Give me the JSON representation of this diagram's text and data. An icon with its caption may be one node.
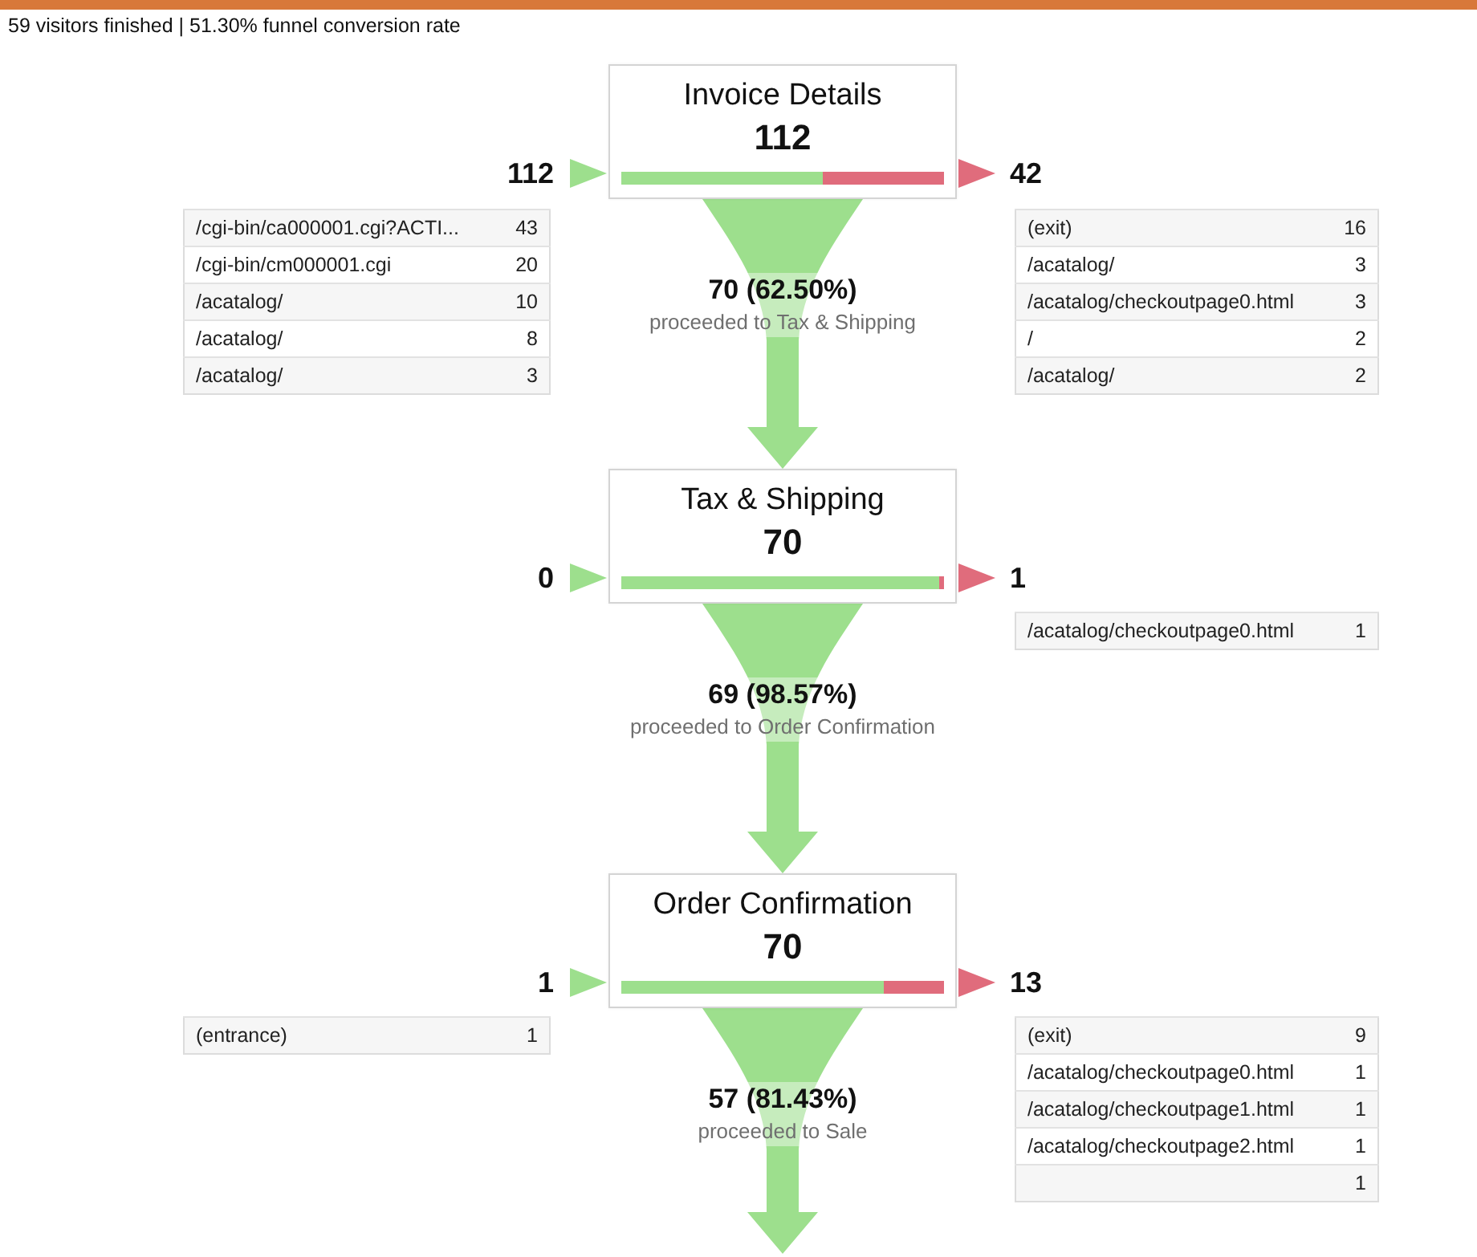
{
  "diagram": {
    "title": "59 visitors finished | 51.30% funnel conversion rate",
    "nodes": [
      {
        "text": [
          "112"
        ]
      },
      {
        "text": [
          "Invoice Details",
          "112"
        ]
      },
      {
        "text": [
          "42"
        ]
      },
      {
        "text": [
          "/cgi-bin/ca000001.cgi?ACTI...",
          "43",
          "/cgi-bin/cm000001.cgi",
          "20",
          "/acatalog/",
          "10",
          "/acatalog/",
          "8",
          "/acatalog/",
          "3"
        ]
      },
      {
        "text": [
          "(exit)",
          "16",
          "/acatalog/",
          "3",
          "/acatalog/checkoutpage0.html",
          "3",
          "/",
          "2",
          "/acatalog/",
          "2"
        ]
      },
      {
        "text": [
          "0"
        ]
      },
      {
        "text": [
          "Tax & Shipping",
          "70"
        ]
      },
      {
        "text": [
          "1"
        ]
      },
      {
        "text": [
          "/acatalog/checkoutpage0.html",
          "1"
        ]
      },
      {
        "text": [
          "1"
        ]
      },
      {
        "text": [
          "Order Confirmation",
          "70"
        ]
      },
      {
        "text": [
          "13"
        ]
      },
      {
        "text": [
          "(entrance)",
          "1"
        ]
      },
      {
        "text": [
          "(exit)",
          "9",
          "/acatalog/checkoutpage0.html",
          "1",
          "/acatalog/checkoutpage1.html",
          "1",
          "/acatalog/checkoutpage2.html",
          "1",
          "1"
        ]
      }
    ],
    "edges": [
      {
        "from": 0,
        "to": 1,
        "arrow": "to"
      },
      {
        "from": 1,
        "to": 2,
        "arrow": "to",
        "color": "#e06c7c"
      },
      {
        "from": 1,
        "to": 6,
        "arrow": "to",
        "style": "thick",
        "label": "**70 (62.50%)** proceeded to Tax & Shipping"
      },
      {
        "from": 5,
        "to": 6,
        "arrow": "to"
      },
      {
        "from": 6,
        "to": 7,
        "arrow": "to",
        "color": "#e06c7c"
      },
      {
        "from": 6,
        "to": 10,
        "arrow": "to",
        "style": "thick",
        "label": "**69 (98.57%)** proceeded to Order Confirmation"
      },
      {
        "from": 9,
        "to": 10,
        "arrow": "to"
      },
      {
        "from": 10,
        "to": 11,
        "arrow": "to",
        "color": "#e06c7c"
      },
      {
        "from": 10,
        "to": null,
        "arrow": "to",
        "style": "thick",
        "label": "**57 (81.43%)** proceeded to Sale"
      }
    ]
  }
}
